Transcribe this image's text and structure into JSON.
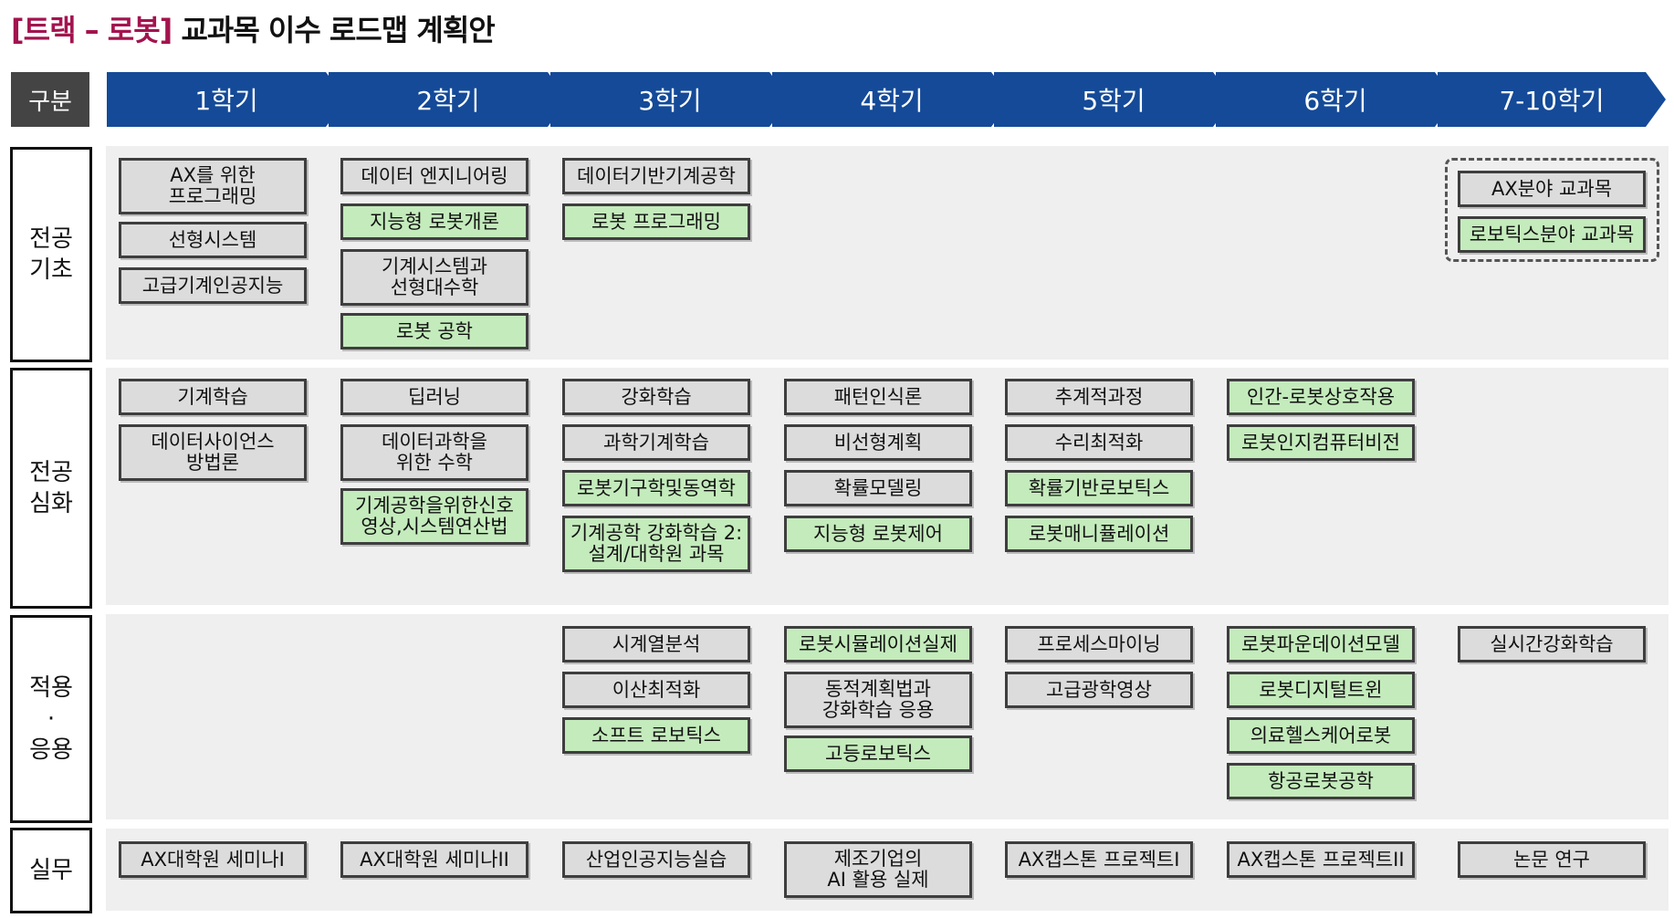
{
  "title": {
    "tag": "[트랙 – 로봇]",
    "rest": " 교과목 이수 로드맵 계획안"
  },
  "header": {
    "gubun": "구분",
    "semesters": [
      "1학기",
      "2학기",
      "3학기",
      "4학기",
      "5학기",
      "6학기",
      "7-10학기"
    ],
    "color": "#144a98"
  },
  "rows": [
    {
      "label": "전공\n기초"
    },
    {
      "label": "전공\n심화"
    },
    {
      "label": "적용\n·\n응용"
    },
    {
      "label": "실무"
    }
  ],
  "colors": {
    "general_course": "#dcdcdc",
    "robot_course": "#c4ebbc",
    "title_accent": "#a3134e"
  },
  "courses": [
    {
      "row": 0,
      "sem": 0,
      "label": "AX를 위한\n프로그래밍",
      "green": false
    },
    {
      "row": 0,
      "sem": 0,
      "label": "선형시스템",
      "green": false
    },
    {
      "row": 0,
      "sem": 0,
      "label": "고급기계인공지능",
      "green": false
    },
    {
      "row": 0,
      "sem": 1,
      "label": "데이터 엔지니어링",
      "green": false
    },
    {
      "row": 0,
      "sem": 1,
      "label": "지능형 로봇개론",
      "green": true
    },
    {
      "row": 0,
      "sem": 1,
      "label": "기계시스템과\n선형대수학",
      "green": false
    },
    {
      "row": 0,
      "sem": 1,
      "label": "로봇 공학",
      "green": true
    },
    {
      "row": 0,
      "sem": 2,
      "label": "데이터기반기계공학",
      "green": false
    },
    {
      "row": 0,
      "sem": 2,
      "label": "로봇 프로그래밍",
      "green": true
    },
    {
      "row": 0,
      "sem": 6,
      "label": "AX분야 교과목",
      "green": false
    },
    {
      "row": 0,
      "sem": 6,
      "label": "로보틱스분야 교과목",
      "green": true
    },
    {
      "row": 1,
      "sem": 0,
      "label": "기계학습",
      "green": false
    },
    {
      "row": 1,
      "sem": 0,
      "label": "데이터사이언스\n방법론",
      "green": false
    },
    {
      "row": 1,
      "sem": 1,
      "label": "딥러닝",
      "green": false
    },
    {
      "row": 1,
      "sem": 1,
      "label": "데이터과학을\n위한 수학",
      "green": false
    },
    {
      "row": 1,
      "sem": 1,
      "label": "기계공학을위한신호\n영상,시스템연산법",
      "green": true
    },
    {
      "row": 1,
      "sem": 2,
      "label": "강화학습",
      "green": false
    },
    {
      "row": 1,
      "sem": 2,
      "label": "과학기계학습",
      "green": false
    },
    {
      "row": 1,
      "sem": 2,
      "label": "로봇기구학및동역학",
      "green": true
    },
    {
      "row": 1,
      "sem": 2,
      "label": "기계공학 강화학습 2:\n설계/대학원 과목",
      "green": true
    },
    {
      "row": 1,
      "sem": 3,
      "label": "패턴인식론",
      "green": false
    },
    {
      "row": 1,
      "sem": 3,
      "label": "비선형계획",
      "green": false
    },
    {
      "row": 1,
      "sem": 3,
      "label": "확률모델링",
      "green": false
    },
    {
      "row": 1,
      "sem": 3,
      "label": "지능형 로봇제어",
      "green": true
    },
    {
      "row": 1,
      "sem": 4,
      "label": "추계적과정",
      "green": false
    },
    {
      "row": 1,
      "sem": 4,
      "label": "수리최적화",
      "green": false
    },
    {
      "row": 1,
      "sem": 4,
      "label": "확률기반로보틱스",
      "green": true
    },
    {
      "row": 1,
      "sem": 4,
      "label": "로봇매니퓰레이션",
      "green": true
    },
    {
      "row": 1,
      "sem": 5,
      "label": "인간-로봇상호작용",
      "green": true
    },
    {
      "row": 1,
      "sem": 5,
      "label": "로봇인지컴퓨터비전",
      "green": true
    },
    {
      "row": 2,
      "sem": 2,
      "label": "시계열분석",
      "green": false
    },
    {
      "row": 2,
      "sem": 2,
      "label": "이산최적화",
      "green": false
    },
    {
      "row": 2,
      "sem": 2,
      "label": "소프트 로보틱스",
      "green": true
    },
    {
      "row": 2,
      "sem": 3,
      "label": "로봇시뮬레이션실제",
      "green": true
    },
    {
      "row": 2,
      "sem": 3,
      "label": "동적계획법과\n강화학습 응용",
      "green": false
    },
    {
      "row": 2,
      "sem": 3,
      "label": "고등로보틱스",
      "green": true
    },
    {
      "row": 2,
      "sem": 4,
      "label": "프로세스마이닝",
      "green": false
    },
    {
      "row": 2,
      "sem": 4,
      "label": "고급광학영상",
      "green": false
    },
    {
      "row": 2,
      "sem": 5,
      "label": "로봇파운데이션모델",
      "green": true
    },
    {
      "row": 2,
      "sem": 5,
      "label": "로봇디지털트윈",
      "green": true
    },
    {
      "row": 2,
      "sem": 5,
      "label": "의료헬스케어로봇",
      "green": true
    },
    {
      "row": 2,
      "sem": 5,
      "label": "항공로봇공학",
      "green": true
    },
    {
      "row": 2,
      "sem": 6,
      "label": "실시간강화학습",
      "green": false
    },
    {
      "row": 3,
      "sem": 0,
      "label": "AX대학원 세미나I",
      "green": false
    },
    {
      "row": 3,
      "sem": 1,
      "label": "AX대학원 세미나II",
      "green": false
    },
    {
      "row": 3,
      "sem": 2,
      "label": "산업인공지능실습",
      "green": false
    },
    {
      "row": 3,
      "sem": 3,
      "label": "제조기업의\nAI 활용 실제",
      "green": false
    },
    {
      "row": 3,
      "sem": 4,
      "label": "AX캡스톤 프로젝트I",
      "green": false
    },
    {
      "row": 3,
      "sem": 5,
      "label": "AX캡스톤 프로젝트II",
      "green": false
    },
    {
      "row": 3,
      "sem": 6,
      "label": "논문 연구",
      "green": false
    }
  ]
}
